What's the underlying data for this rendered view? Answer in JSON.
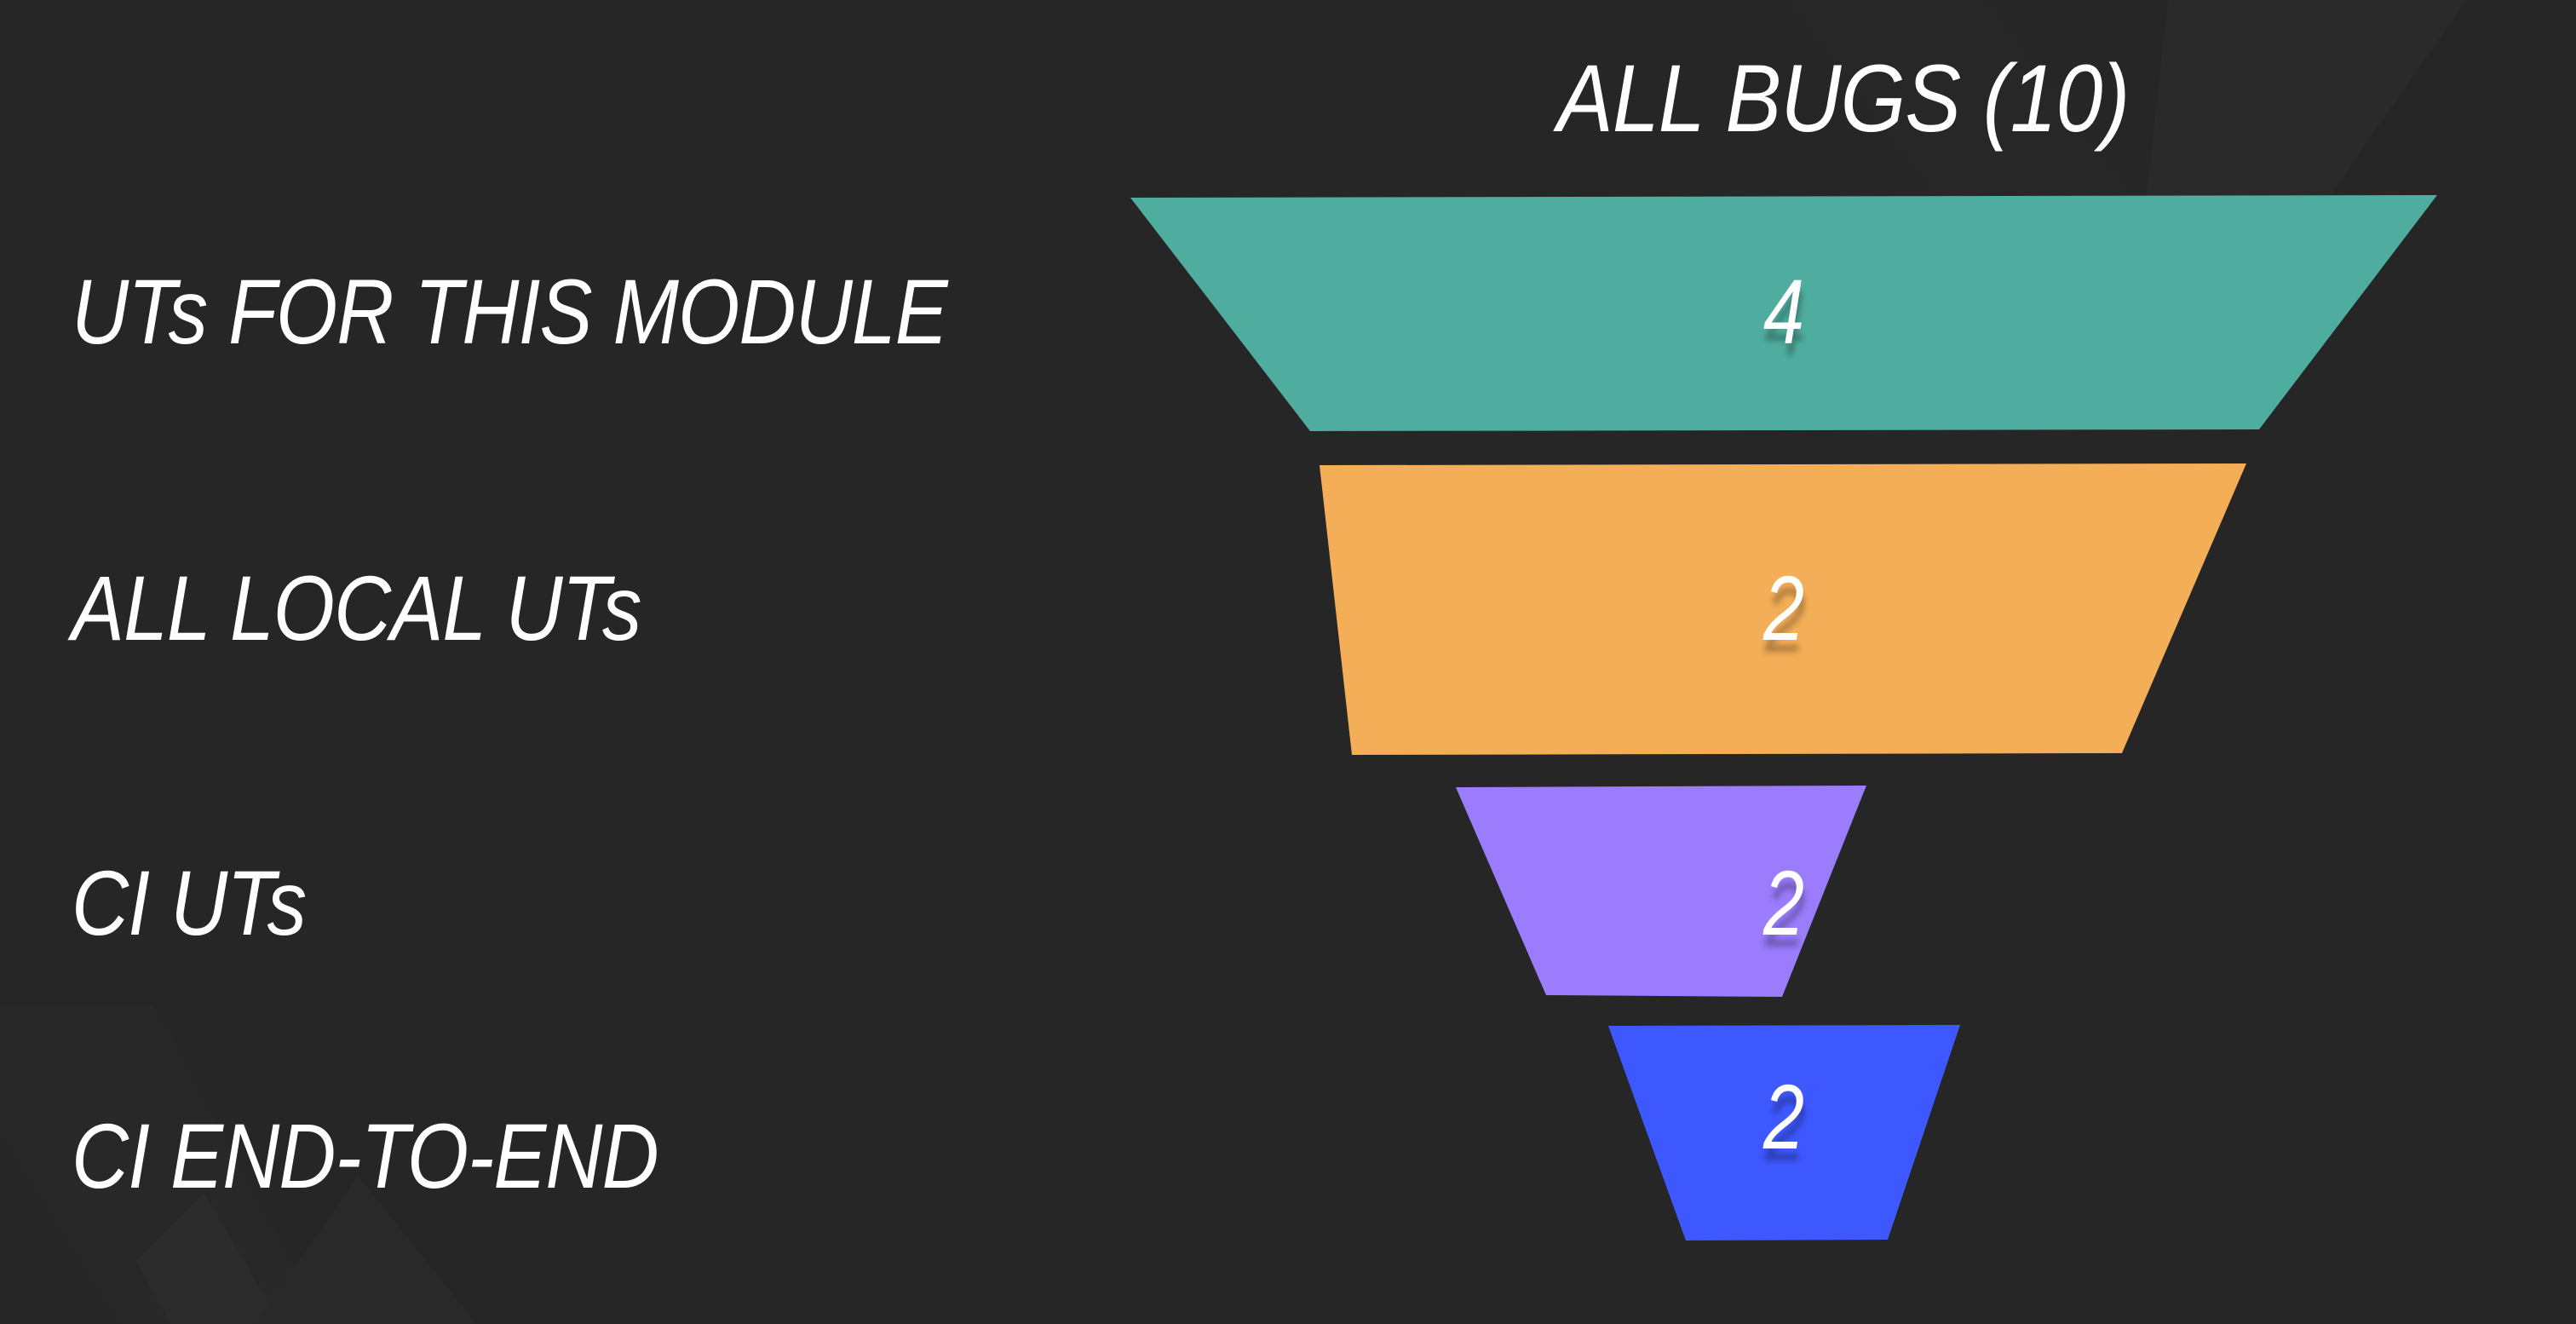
{
  "title": "ALL BUGS (10)",
  "colors": {
    "background": "#262626",
    "text": "#ffffff",
    "stage_1": "#4fad9f",
    "stage_2": "#f3ae57",
    "stage_3": "#9a7cfd",
    "stage_4": "#3d58fe"
  },
  "stages": [
    {
      "label": "UTs FOR THIS MODULE",
      "value": "4"
    },
    {
      "label": "ALL LOCAL UTs",
      "value": "2"
    },
    {
      "label": "CI UTs",
      "value": "2"
    },
    {
      "label": "CI END-TO-END",
      "value": "2"
    }
  ],
  "chart_data": {
    "type": "funnel",
    "title": "ALL BUGS (10)",
    "categories": [
      "UTs FOR THIS MODULE",
      "ALL LOCAL UTs",
      "CI UTs",
      "CI END-TO-END"
    ],
    "values": [
      4,
      2,
      2,
      2
    ],
    "total": 10,
    "colors": [
      "#4fad9f",
      "#f3ae57",
      "#9a7cfd",
      "#3d58fe"
    ],
    "xlabel": "",
    "ylabel": "",
    "legend": "none (labels to the left of each stage)",
    "grid": false
  }
}
